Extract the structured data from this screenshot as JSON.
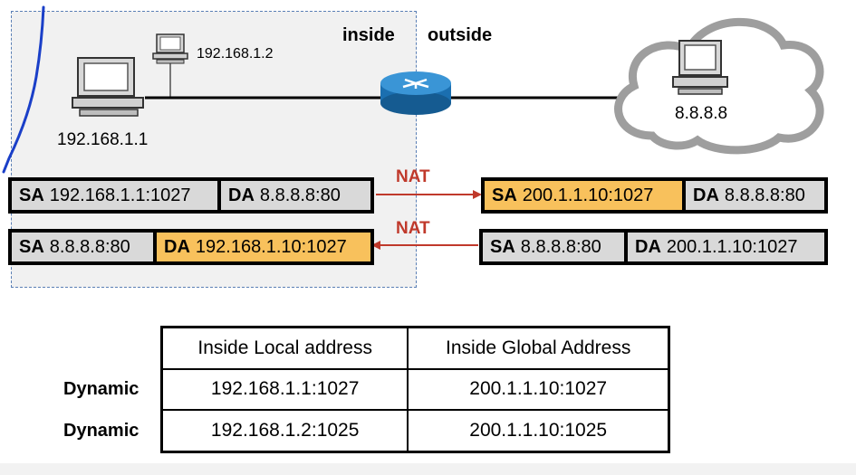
{
  "zones": {
    "inside_label": "inside",
    "outside_label": "outside"
  },
  "hosts": {
    "pc1_ip": "192.168.1.1",
    "pc2_ip": "192.168.1.2",
    "server_ip": "8.8.8.8"
  },
  "nat_labels": {
    "top": "NAT",
    "bottom": "NAT"
  },
  "packets": {
    "inside_out": {
      "sa_key": "SA",
      "sa": "192.168.1.1:1027",
      "da_key": "DA",
      "da": "8.8.8.8:80"
    },
    "outside_in": {
      "sa_key": "SA",
      "sa": "200.1.1.10:1027",
      "da_key": "DA",
      "da": "8.8.8.8:80"
    },
    "return_outside": {
      "sa_key": "SA",
      "sa": "8.8.8.8:80",
      "da_key": "DA",
      "da": "200.1.1.10:1027"
    },
    "return_inside": {
      "sa_key": "SA",
      "sa": "8.8.8.8:80",
      "da_key": "DA",
      "da": "192.168.1.10:1027"
    }
  },
  "nat_table": {
    "headers": [
      "Inside Local address",
      "Inside Global Address"
    ],
    "rows": [
      {
        "type": "Dynamic",
        "local": "192.168.1.1:1027",
        "global": "200.1.1.10:1027"
      },
      {
        "type": "Dynamic",
        "local": "192.168.1.2:1025",
        "global": "200.1.1.10:1025"
      }
    ]
  },
  "colors": {
    "translated_field": "#f8c15c",
    "field": "#d9d9d9",
    "nat_arrow": "#c0392b",
    "router": "#1f7fc4",
    "annotation_pen": "#1a3fc8",
    "zone_border": "#5a7fb5"
  },
  "icons": [
    "desktop-pc-icon",
    "router-icon",
    "cloud-icon",
    "arrow-right-icon",
    "arrow-left-icon"
  ]
}
